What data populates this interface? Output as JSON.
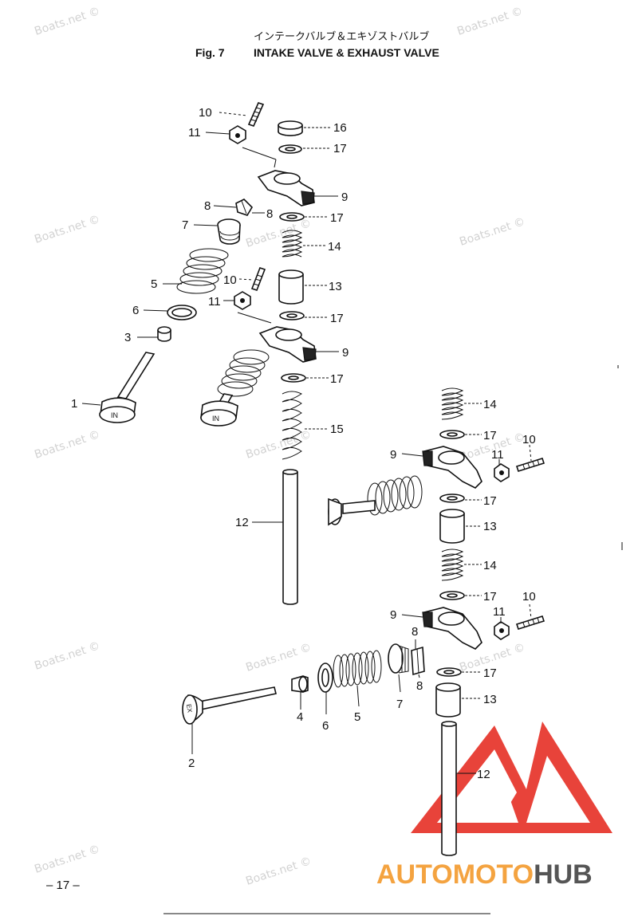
{
  "header": {
    "title_jp": "インテークバルブ＆エキゾストバルブ",
    "fig_label": "Fig. 7",
    "title_en": "INTAKE VALVE & EXHAUST VALVE"
  },
  "page_number": "– 17 –",
  "watermark_text": "Boats.net ©",
  "valve_marks": {
    "intake": "IN",
    "exhaust": "EX"
  },
  "brand": {
    "part1": "AUTOMOTO",
    "part2": "HUB",
    "color_red": "#e8433a",
    "color_orange": "#f4a340",
    "color_gray": "#555555"
  },
  "callouts": {
    "c1": "1",
    "c2": "2",
    "c3": "3",
    "c4": "4",
    "c5a": "5",
    "c5b": "5",
    "c6a": "6",
    "c6b": "6",
    "c7a": "7",
    "c7b": "7",
    "c8a": "8",
    "c8b": "8",
    "c8c": "8",
    "c8d": "8",
    "c9a": "9",
    "c9b": "9",
    "c9c": "9",
    "c9d": "9",
    "c10a": "10",
    "c10b": "10",
    "c10c": "10",
    "c10d": "10",
    "c11a": "11",
    "c11b": "11",
    "c11c": "11",
    "c11d": "11",
    "c12a": "12",
    "c12b": "12",
    "c13a": "13",
    "c13b": "13",
    "c13c": "13",
    "c14a": "14",
    "c14b": "14",
    "c14c": "14",
    "c15": "15",
    "c16": "16",
    "c17a": "17",
    "c17b": "17",
    "c17c": "17",
    "c17d": "17",
    "c17e": "17",
    "c17f": "17",
    "c17g": "17",
    "c17h": "17"
  }
}
